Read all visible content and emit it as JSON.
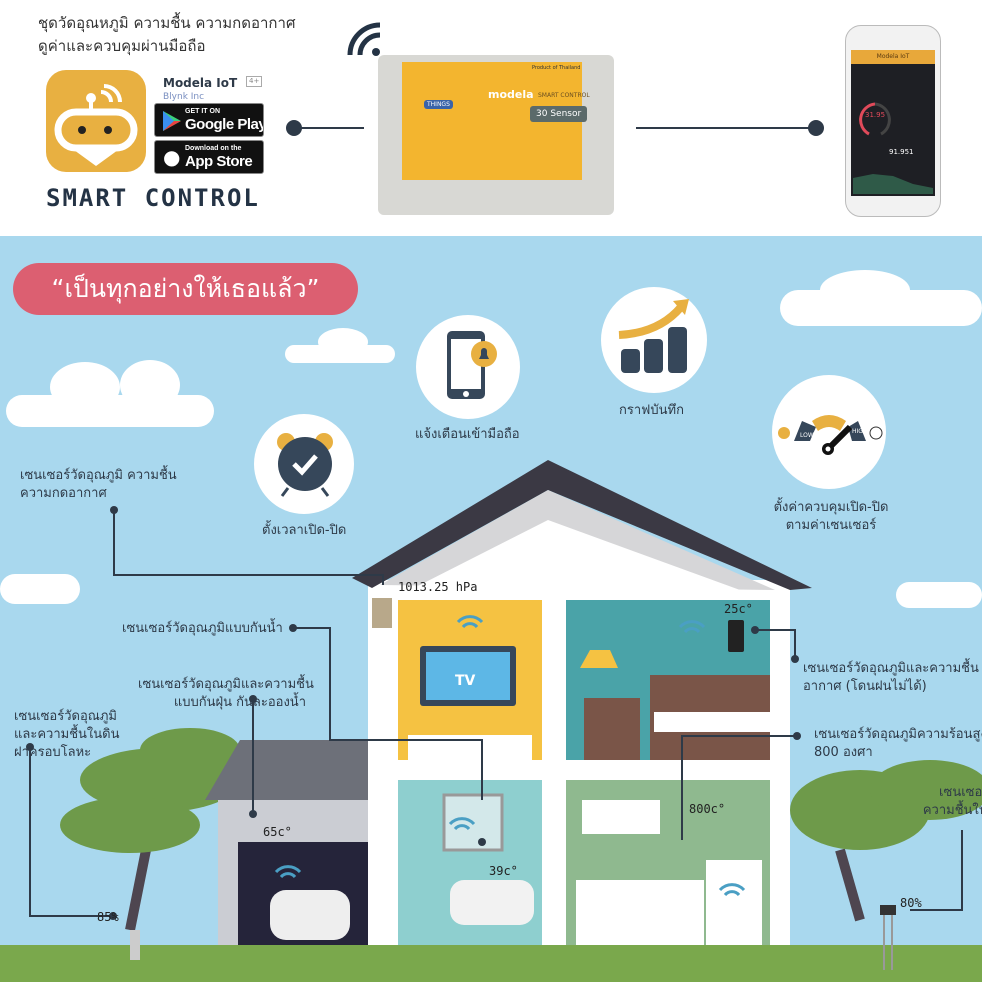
{
  "header": {
    "intro_line1": "ชุดวัดอุณหภูมิ ความชื้น ความกดอากาศ",
    "intro_line2": "ดูค่าและควบคุมผ่านมือถือ",
    "app_name": "Modela IoT",
    "app_rating_badge": "4+",
    "app_developer": "Blynk Inc",
    "google_play_small": "GET IT ON",
    "google_play_big": "Google Play",
    "app_store_small": "Download on the",
    "app_store_big": "App Store",
    "brand": "SMART CONTROL"
  },
  "device": {
    "brand": "modela",
    "product": "SMART CONTROL",
    "sensor_count": "30 Sensor",
    "origin": "Product of Thailand",
    "cloud_label": "THINGS"
  },
  "phone": {
    "app_title": "Modela IoT",
    "reading": "31.95",
    "counter": "91.951"
  },
  "banner": {
    "slogan": "“เป็นทุกอย่างให้เธอแล้ว”"
  },
  "features": [
    {
      "label": "แจ้งเตือนเข้ามือถือ",
      "icon": "phone-notification-icon"
    },
    {
      "label": "กราฟบันทึก",
      "icon": "growth-chart-icon"
    },
    {
      "label": "ตั้งเวลาเปิด-ปิด",
      "icon": "alarm-clock-icon"
    },
    {
      "label_line1": "ตั้งค่าควบคุมเปิด-ปิด",
      "label_line2": "ตามค่าเซนเซอร์",
      "icon": "gauge-icon",
      "gauge_low": "LOW",
      "gauge_high": "HIGH"
    }
  ],
  "sensors": {
    "pressure": {
      "line1": "เซนเซอร์วัดอุณภูมิ ความชื้น",
      "line2": "ความกดอากาศ",
      "value": "1013.25 hPa"
    },
    "waterproof": {
      "line1": "เซนเซอร์วัดอุณภูมิแบบกันน้ำ",
      "value": "39c°"
    },
    "dustproof": {
      "line1": "เซนเซอร์วัดอุณภูมิและความชื้น",
      "line2": "แบบกันฝุ่น กันละอองน้ำ",
      "value": "65c°"
    },
    "soil_metal": {
      "line1": "เซนเซอร์วัดอุณภูมิ",
      "line2": "และความชื้นในดิน",
      "line3": "ฝาครอบโลหะ",
      "value": "85%"
    },
    "air": {
      "line1": "เซนเซอร์วัดอุณภูมิและความชื้น",
      "line2": "อากาศ (โดนฝนไม่ได้)",
      "value": "25c°"
    },
    "high_temp": {
      "line1": "เซนเซอร์วัดอุณภูมิความร้อนสูง",
      "line2": "800 องศา",
      "value": "800c°"
    },
    "soil": {
      "line1": "เซนเซอร์วัด",
      "line2": "ความชื้นในดิน",
      "value": "80%"
    }
  },
  "rooms": {
    "tv_label": "TV"
  },
  "colors": {
    "sky": "#a9d8ee",
    "accent_yellow": "#e8b041",
    "banner_red": "#dc5f71",
    "dark": "#2e3a48",
    "grass": "#7aa84c"
  }
}
